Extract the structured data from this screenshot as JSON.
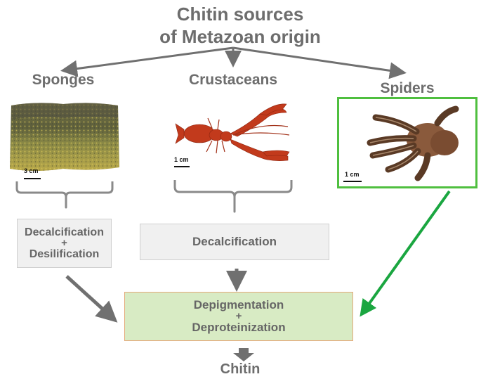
{
  "title": {
    "line1": "Chitin sources",
    "line2": "of Metazoan origin"
  },
  "categories": [
    {
      "label": "Sponges",
      "scale_label": "3 cm"
    },
    {
      "label": "Crustaceans",
      "scale_label": "1 cm"
    },
    {
      "label": "Spiders",
      "scale_label": "1 cm"
    }
  ],
  "process": {
    "sponges_step": {
      "line1": "Decalcification",
      "plus": "+",
      "line2": "Desilification"
    },
    "crustaceans_step": {
      "line1": "Decalcification"
    },
    "common_step": {
      "line1": "Depigmentation",
      "plus": "+",
      "line2": "Deproteinization"
    }
  },
  "result": "Chitin",
  "colors": {
    "text": "#6d6d6d",
    "arrow_gray": "#707070",
    "arrow_green": "#1aa640",
    "green_box_fill": "#d8ebc4",
    "green_box_border": "#e4a97a",
    "spider_frame": "#4fbf3f",
    "gray_box_fill": "#f0f0f0"
  }
}
